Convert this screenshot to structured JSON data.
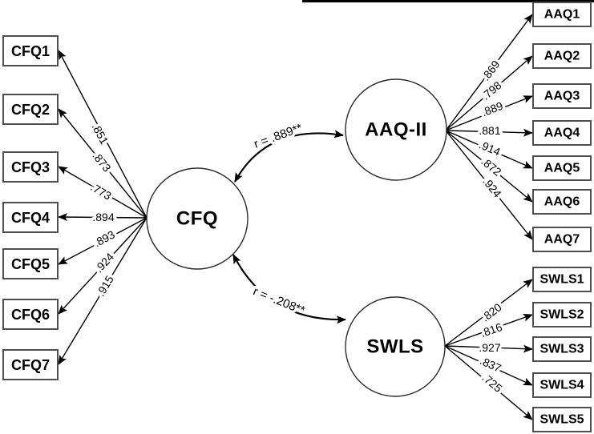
{
  "model": {
    "type": "sem-path-diagram",
    "latents": {
      "cfq": {
        "label": "CFQ"
      },
      "aaq": {
        "label": "AAQ-II"
      },
      "swls": {
        "label": "SWLS"
      }
    },
    "cfq_indicators": [
      {
        "name": "CFQ1",
        "loading": ".851"
      },
      {
        "name": "CFQ2",
        "loading": ".873"
      },
      {
        "name": "CFQ3",
        "loading": ".773"
      },
      {
        "name": "CFQ4",
        "loading": ".894"
      },
      {
        "name": "CFQ5",
        "loading": ".893"
      },
      {
        "name": "CFQ6",
        "loading": ".924"
      },
      {
        "name": "CFQ7",
        "loading": ".915"
      }
    ],
    "aaq_indicators": [
      {
        "name": "AAQ1",
        "loading": ".869"
      },
      {
        "name": "AAQ2",
        "loading": ".798"
      },
      {
        "name": "AAQ3",
        "loading": ".889"
      },
      {
        "name": "AAQ4",
        "loading": ".881"
      },
      {
        "name": "AAQ5",
        "loading": ".914"
      },
      {
        "name": "AAQ6",
        "loading": ".872"
      },
      {
        "name": "AAQ7",
        "loading": ".924"
      }
    ],
    "swls_indicators": [
      {
        "name": "SWLS1",
        "loading": ".820"
      },
      {
        "name": "SWLS2",
        "loading": ".816"
      },
      {
        "name": "SWLS3",
        "loading": ".927"
      },
      {
        "name": "SWLS4",
        "loading": ".837"
      },
      {
        "name": "SWLS5",
        "loading": ".725"
      }
    ],
    "correlations": {
      "cfq_aaq": {
        "label": "r = .889**"
      },
      "cfq_swls": {
        "label": "r = -.208**"
      }
    },
    "colors": {
      "line": "#000000",
      "box_border": "#4f4f4f",
      "text": "#000000",
      "background": "#ffffff"
    }
  }
}
